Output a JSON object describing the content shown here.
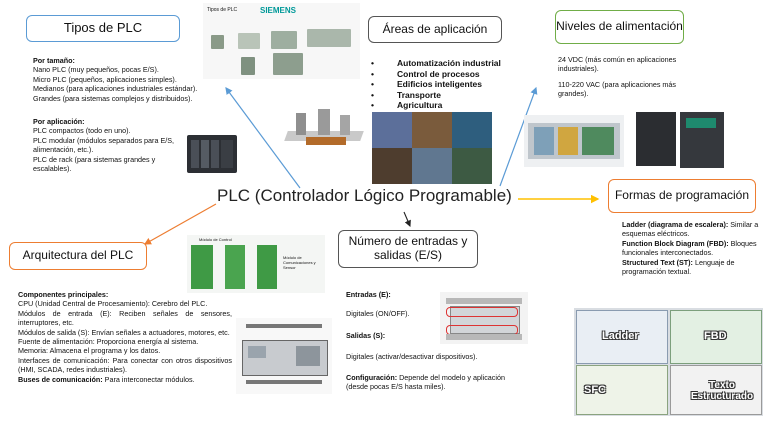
{
  "center_title": "PLC (Controlador Lógico Programable)",
  "tipos": {
    "title": "Tipos de PLC",
    "image_heading": "Tipos de PLC",
    "image_brand": "SIEMENS",
    "size_heading": "Por tamaño:",
    "size_items": [
      "Nano PLC (muy pequeños, pocas E/S).",
      "Micro PLC (pequeños, aplicaciones simples).",
      "Medianos (para aplicaciones industriales estándar).",
      "Grandes (para sistemas complejos y distribuidos)."
    ],
    "app_heading": "Por aplicación:",
    "app_items": [
      "PLC compactos (todo en uno).",
      "PLC modular (módulos separados para E/S, alimentación, etc.).",
      "PLC de rack (para sistemas grandes y escalables)."
    ]
  },
  "areas": {
    "title": "Áreas de aplicación",
    "items": [
      "Automatización industrial",
      "Control de procesos",
      "Edificios inteligentes",
      "Transporte",
      "Agricultura"
    ]
  },
  "niveles": {
    "title": "Niveles de alimentación",
    "items": [
      "24 VDC (más común en aplicaciones industriales).",
      "110-220 VAC (para aplicaciones más grandes)."
    ]
  },
  "formas": {
    "title": "Formas de programación",
    "items": [
      {
        "label": "Ladder (diagrama de escalera):",
        "text": " Similar a esquemas eléctricos."
      },
      {
        "label": "Function Block Diagram (FBD):",
        "text": " Bloques funcionales interconectados."
      },
      {
        "label": "Structured Text (ST):",
        "text": " Lenguaje de programación textual."
      }
    ],
    "image_labels": {
      "ladder": "Ladder",
      "fbd": "FBD",
      "sfc": "SFC",
      "st": "Texto Estructurado"
    }
  },
  "arquitectura": {
    "title": "Arquitectura del PLC",
    "heading": "Componentes principales:",
    "items": [
      {
        "label": "CPU (Unidad Central de Procesamiento):",
        "text": " Cerebro del PLC."
      },
      {
        "label": "Módulos de entrada (E):",
        "text": " Reciben señales de sensores, interruptores, etc."
      },
      {
        "label": "Módulos de salida (S):",
        "text": " Envían señales a actuadores, motores, etc."
      },
      {
        "label": "Fuente de alimentación:",
        "text": " Proporciona energía al sistema."
      },
      {
        "label": "Memoria:",
        "text": " Almacena el programa y los datos."
      },
      {
        "label": "Interfaces de comunicación:",
        "text": " Para conectar con otros dispositivos (HMI, SCADA, redes industriales)."
      },
      {
        "label": "Buses de comunicación:",
        "text": " Para interconectar módulos."
      }
    ],
    "image_module_label": "Módulo de Control",
    "image_comm_label": "Módulo de Comunicaciones y Sensor"
  },
  "numero": {
    "title": "Número de entradas y salidas (E/S)",
    "entradas_label": "Entradas (E):",
    "entradas_text": "Digitales (ON/OFF).",
    "salidas_label": "Salidas (S):",
    "salidas_text": "Digitales (activar/desactivar dispositivos).",
    "config_label": "Configuración:",
    "config_text": " Depende del modelo y aplicación (desde pocas E/S hasta miles)."
  },
  "colors": {
    "blue_border": "#5b9bd5",
    "green_border": "#70ad47",
    "orange_border": "#ed7d31",
    "arrow_blue": "#5b9bd5",
    "arrow_orange": "#ed7d31",
    "arrow_yellow": "#ffc000"
  }
}
